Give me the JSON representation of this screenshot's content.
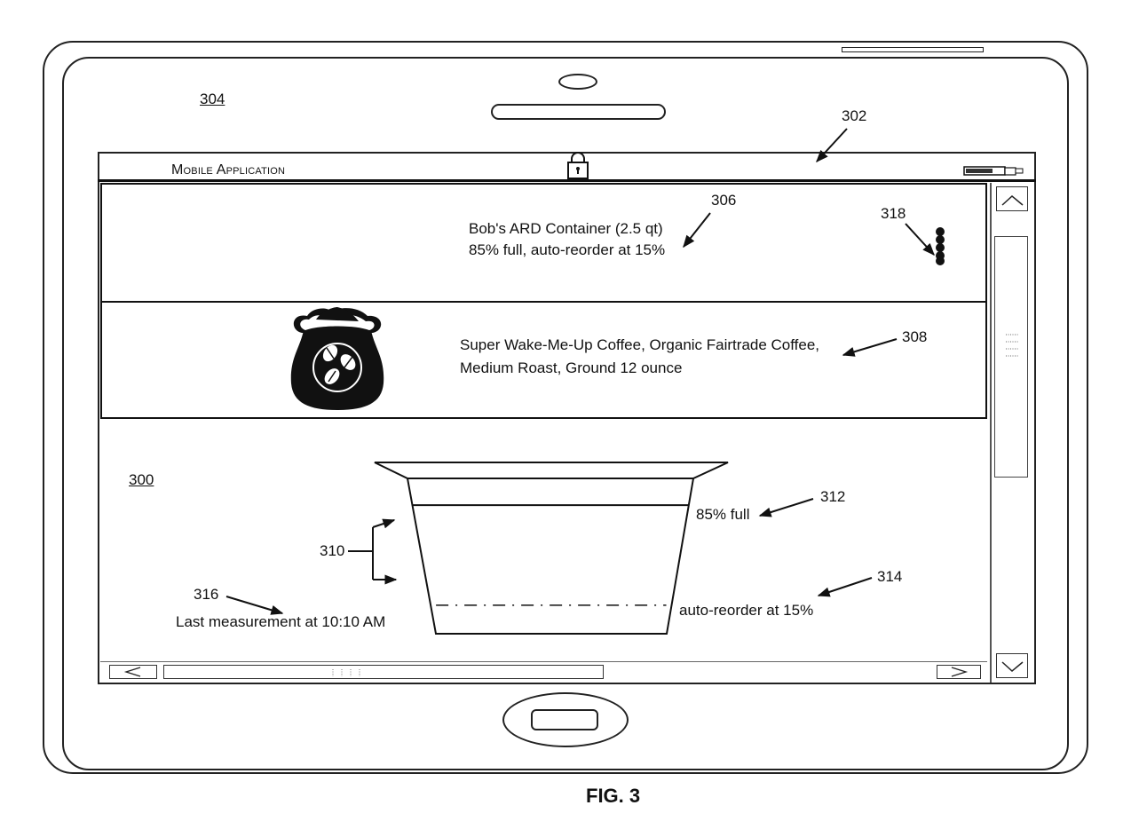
{
  "figure": {
    "label": "FIG. 3",
    "refs": {
      "device": "304",
      "screen": "302",
      "ui": "300",
      "container_row": "306",
      "product_row": "308",
      "level_bracket": "310",
      "fill_label": "312",
      "reorder_label": "314",
      "measurement_label": "316",
      "menu_dots": "318"
    }
  },
  "status_bar": {
    "app_title": "Mobile Application",
    "lock_icon": "lock-icon",
    "battery_icon": "battery-icon"
  },
  "container": {
    "name": "Bob's ARD Container (2.5 qt)",
    "status": "85% full, auto-reorder at 15%",
    "fill_percent": 85,
    "reorder_percent": 15,
    "menu_icon": "vertical-dots-icon"
  },
  "product": {
    "icon": "coffee-bag-icon",
    "line1": "Super Wake-Me-Up Coffee, Organic Fairtrade Coffee,",
    "line2": "Medium Roast, Ground 12 ounce"
  },
  "gauge": {
    "fill_label": "85% full",
    "reorder_label": "auto-reorder at 15%",
    "last_measurement": "Last measurement at 10:10 AM"
  },
  "scrollbars": {
    "up_icon": "chevron-up-icon",
    "down_icon": "chevron-down-icon",
    "left_icon": "chevron-left-icon",
    "right_icon": "chevron-right-icon"
  }
}
